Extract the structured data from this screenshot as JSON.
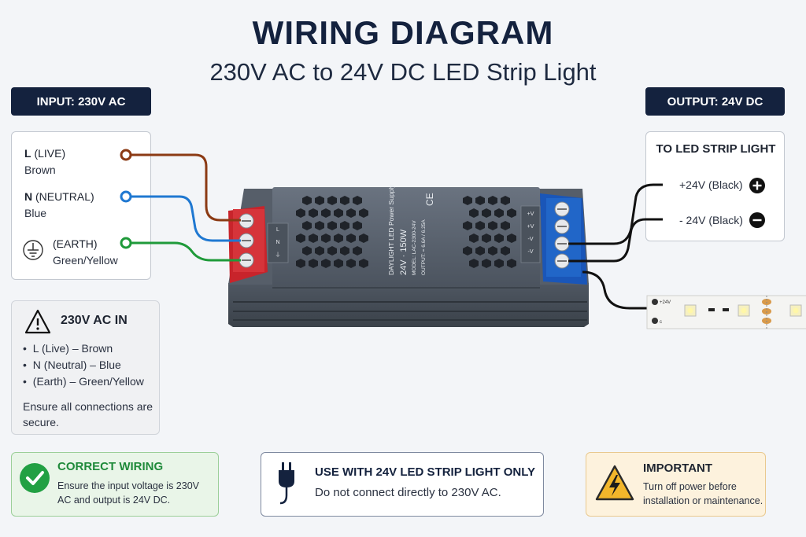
{
  "title": "WIRING DIAGRAM",
  "subtitle": "230V AC to 24V DC LED Strip Light",
  "input": {
    "tag": "INPUT: 230V AC",
    "wires": [
      {
        "name": "L",
        "name_rest": " (LIVE)",
        "color_name": "Brown",
        "color": "#8b3a14"
      },
      {
        "name": "N",
        "name_rest": " (NEUTRAL)",
        "color_name": "Blue",
        "color": "#1f78d1"
      },
      {
        "name": "",
        "name_rest": "(EARTH)",
        "color_name": "Green/Yellow",
        "color": "#1f9a3a"
      }
    ]
  },
  "output": {
    "tag": "OUTPUT: 24V DC",
    "heading": "TO LED STRIP LIGHT",
    "positive": "+24V (Black)",
    "negative": "- 24V (Black)"
  },
  "psu": {
    "brand": "DAYLIGHT LED Power Supply",
    "rating": "24V · 150W",
    "model": "MODEL: LAC-2300-24V",
    "output_spec": "OUTPUT: = 6.6A / 6.25A",
    "input_terminals": [
      "L",
      "N",
      "⏚"
    ],
    "output_terminals": [
      "+V",
      "+V",
      "-V",
      "-V"
    ]
  },
  "strip": {
    "label_pos": "+24V",
    "label_neg": "c"
  },
  "ac_info": {
    "heading": "230V AC IN",
    "items": [
      "L (Live) – Brown",
      "N (Neutral) – Blue",
      "(Earth) – Green/Yellow"
    ],
    "note": "Ensure all connections are secure."
  },
  "correct": {
    "heading": "CORRECT WIRING",
    "text": "Ensure the input voltage is 230V AC and output is 24V DC."
  },
  "use_only": {
    "heading": "USE WITH 24V LED STRIP LIGHT ONLY",
    "text": "Do not connect directly to 230V AC."
  },
  "important": {
    "heading": "IMPORTANT",
    "text": "Turn off power before installation or maintenance."
  },
  "colors": {
    "navy": "#14223e",
    "brown_wire": "#8b3a14",
    "blue_wire": "#1f78d1",
    "green_wire": "#1f9a3a",
    "terminal_red": "#c8242b",
    "terminal_blue": "#1a56b8",
    "psu_body": "#5b6470"
  }
}
